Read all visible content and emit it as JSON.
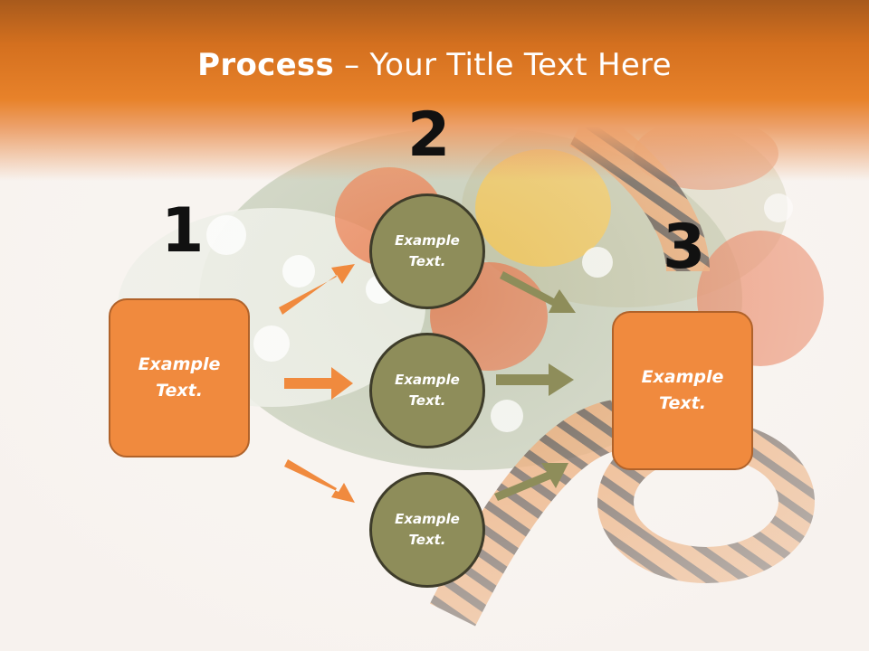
{
  "title": {
    "bold": "Process",
    "dash": " – ",
    "rest": "Your Title Text Here"
  },
  "steps": {
    "one": "1",
    "two": "2",
    "three": "3"
  },
  "left_box": {
    "text": "Example\nText."
  },
  "right_box": {
    "text": "Example\nText."
  },
  "circles": [
    {
      "text": "Example\nText."
    },
    {
      "text": "Example\nText."
    },
    {
      "text": "Example\nText."
    }
  ],
  "colors": {
    "orange": "#f08a3e",
    "olive": "#8e8d5a",
    "header": "#e8822a"
  }
}
